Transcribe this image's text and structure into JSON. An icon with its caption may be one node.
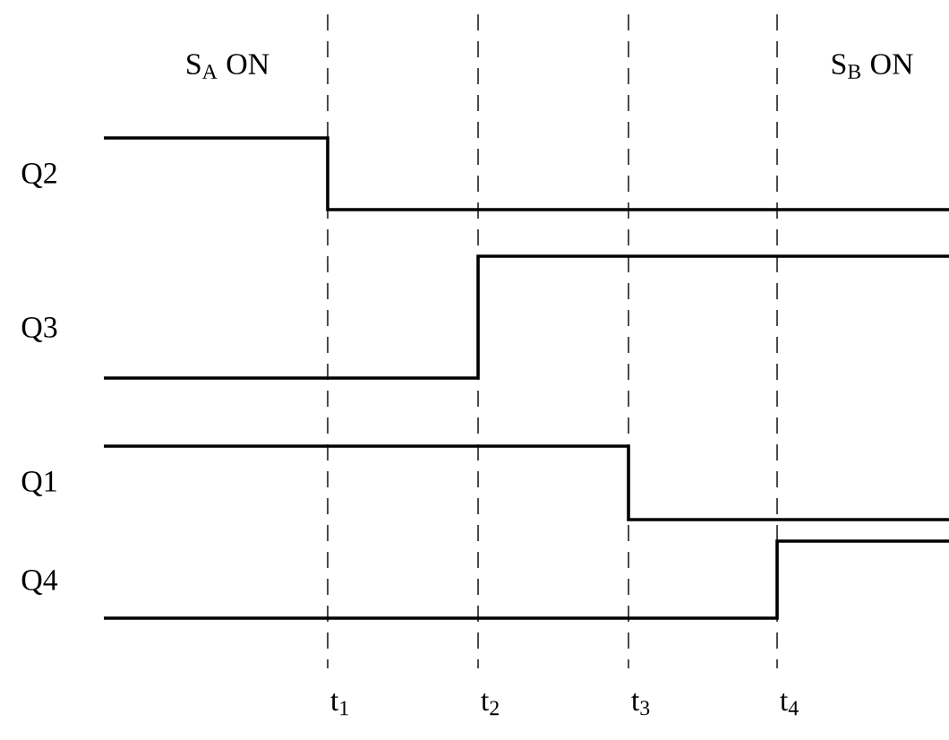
{
  "diagram": {
    "labels": [
      "S$_{A}$ ON",
      "S$_{B}$ ON",
      "Q2",
      "Q3",
      "Q1",
      "Q4",
      "t$_{1}$",
      "t$_{2}$",
      "t$_{3}$",
      "t$_{4}$"
    ]
  }
}
